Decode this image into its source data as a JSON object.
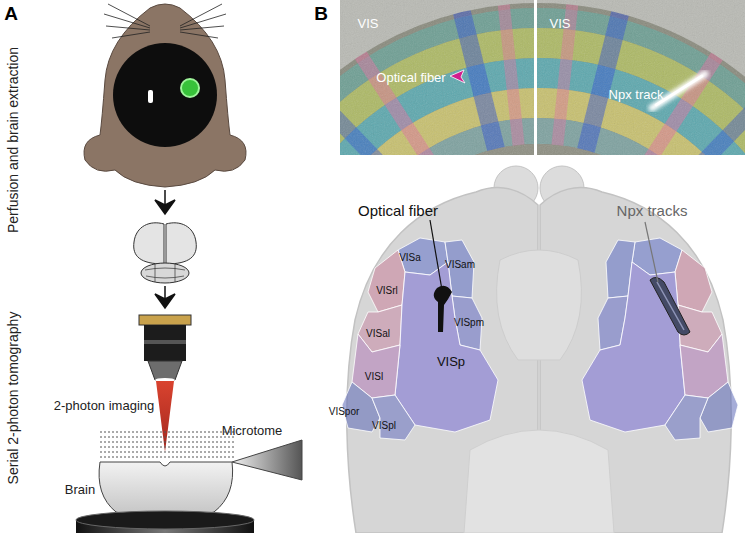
{
  "diagram": {
    "labels": [
      "A",
      "Perfusion and brain extraction",
      "Serial 2-photon tomography",
      "2-photon imaging",
      "Microtome",
      "Brain",
      "B",
      "VIS",
      "Optical fiber",
      "VIS",
      "Npx track",
      "Optical fiber",
      "Npx tracks",
      "VISa",
      "VISam",
      "VISrl",
      "VISal",
      "VISpm",
      "VISp",
      "VISl",
      "VISpor",
      "VISpl"
    ]
  }
}
